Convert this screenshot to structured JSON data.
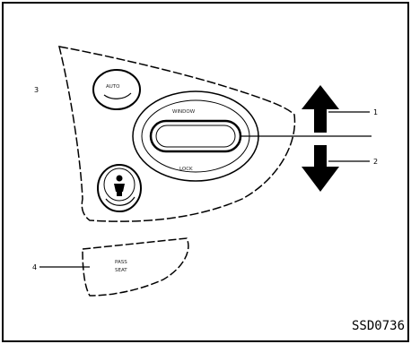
{
  "figure": {
    "callouts": {
      "c1": "1",
      "c2": "2",
      "c3": "3",
      "c4": "4"
    },
    "panel_labels": {
      "upper_button": "AUTO",
      "switch_top": "WINDOW",
      "switch_bottom": "LOCK",
      "plate_line1": "PASS",
      "plate_line2": "SEAT"
    },
    "image_code": "SSD0736"
  }
}
